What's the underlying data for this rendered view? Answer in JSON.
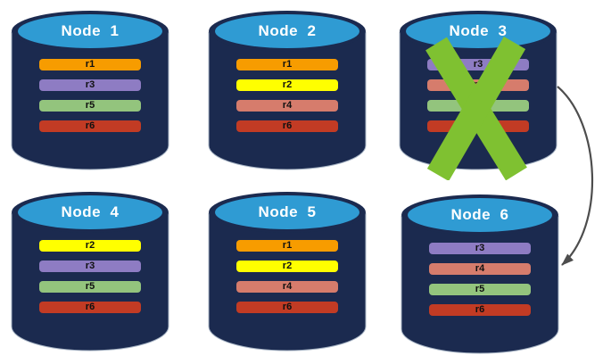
{
  "palette": {
    "background": "#FFFFFF",
    "cylinder_body": "#1B2A4F",
    "cylinder_top": "#2F9BD3",
    "cylinder_edge": "#A9B6C6",
    "title_text": "#FFFFFF",
    "bar_text": "#101010",
    "failed_x": "#7FC131",
    "arrow": "#4D4D4D"
  },
  "replica_colors": {
    "r1": "#F79C00",
    "r2": "#FFFF00",
    "r3": "#8E7CC3",
    "r4": "#D67C6C",
    "r5": "#93C47D",
    "r6": "#C23B24"
  },
  "nodes": [
    {
      "title": "Node  1",
      "failed": false,
      "replicas": [
        {
          "label": "r1",
          "color": "#F79C00"
        },
        {
          "label": "r3",
          "color": "#8E7CC3"
        },
        {
          "label": "r5",
          "color": "#93C47D"
        },
        {
          "label": "r6",
          "color": "#C23B24"
        }
      ]
    },
    {
      "title": "Node  2",
      "failed": false,
      "replicas": [
        {
          "label": "r1",
          "color": "#F79C00"
        },
        {
          "label": "r2",
          "color": "#FFFF00"
        },
        {
          "label": "r4",
          "color": "#D67C6C"
        },
        {
          "label": "r6",
          "color": "#C23B24"
        }
      ]
    },
    {
      "title": "Node  3",
      "failed": true,
      "replicas": [
        {
          "label": "r3",
          "color": "#8E7CC3"
        },
        {
          "label": "r4",
          "color": "#D67C6C"
        },
        {
          "label": "r5",
          "color": "#93C47D"
        },
        {
          "label": "r6",
          "color": "#C23B24"
        }
      ]
    },
    {
      "title": "Node  4",
      "failed": false,
      "replicas": [
        {
          "label": "r2",
          "color": "#FFFF00"
        },
        {
          "label": "r3",
          "color": "#8E7CC3"
        },
        {
          "label": "r5",
          "color": "#93C47D"
        },
        {
          "label": "r6",
          "color": "#C23B24"
        }
      ]
    },
    {
      "title": "Node  5",
      "failed": false,
      "replicas": [
        {
          "label": "r1",
          "color": "#F79C00"
        },
        {
          "label": "r2",
          "color": "#FFFF00"
        },
        {
          "label": "r4",
          "color": "#D67C6C"
        },
        {
          "label": "r6",
          "color": "#C23B24"
        }
      ]
    },
    {
      "title": "Node  6",
      "failed": false,
      "replicas": [
        {
          "label": "r3",
          "color": "#8E7CC3"
        },
        {
          "label": "r4",
          "color": "#D67C6C"
        },
        {
          "label": "r5",
          "color": "#93C47D"
        },
        {
          "label": "r6",
          "color": "#C23B24"
        }
      ]
    }
  ],
  "arrow": {
    "from": "Node 3",
    "to": "Node 6"
  }
}
